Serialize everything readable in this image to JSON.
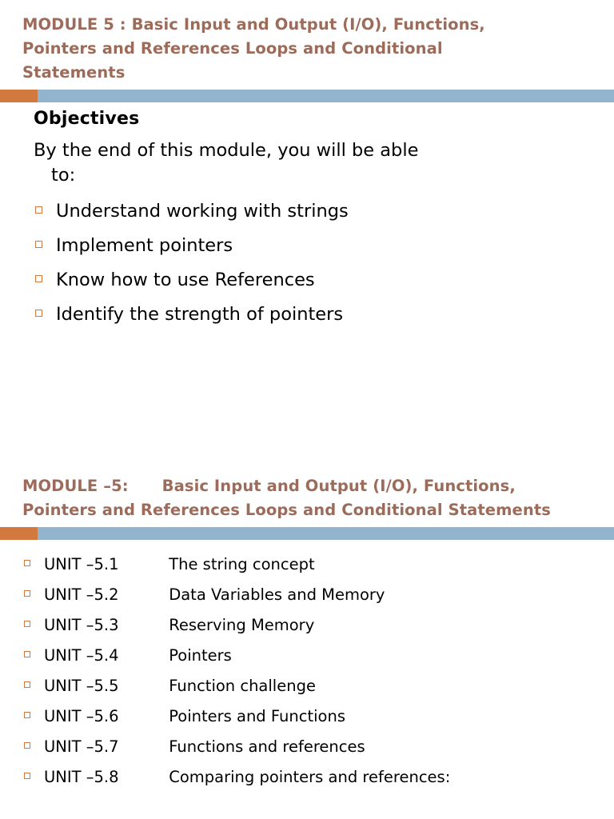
{
  "slide1": {
    "title": "MODULE 5 : Basic Input and Output (I/O), Functions, Pointers and References Loops and Conditional Statements",
    "heading": "Objectives",
    "intro_line1": "By the end of this module, you will be able",
    "intro_line2": "to:",
    "objectives": [
      "Understand working with strings",
      "Implement pointers",
      "Know how to use References",
      "Identify the strength of pointers"
    ]
  },
  "slide2": {
    "title_prefix": "MODULE –5:",
    "title_rest": "Basic Input and Output (I/O), Functions, Pointers and References Loops and Conditional Statements",
    "units": [
      {
        "code": "UNIT –5.1",
        "name": "The string concept"
      },
      {
        "code": "UNIT –5.2",
        "name": "Data Variables and Memory"
      },
      {
        "code": "UNIT –5.3",
        "name": "Reserving Memory"
      },
      {
        "code": "UNIT –5.4",
        "name": "Pointers"
      },
      {
        "code": "UNIT –5.5",
        "name": "Function challenge"
      },
      {
        "code": "UNIT –5.6",
        "name": "Pointers and Functions"
      },
      {
        "code": "UNIT –5.7",
        "name": "Functions and references"
      },
      {
        "code": "UNIT –5.8",
        "name": "Comparing pointers and references:"
      }
    ]
  },
  "colors": {
    "title": "#9c6b5a",
    "bar_left": "#d2793f",
    "bar_right": "#92b4cc",
    "bullet": "#d2793f"
  }
}
